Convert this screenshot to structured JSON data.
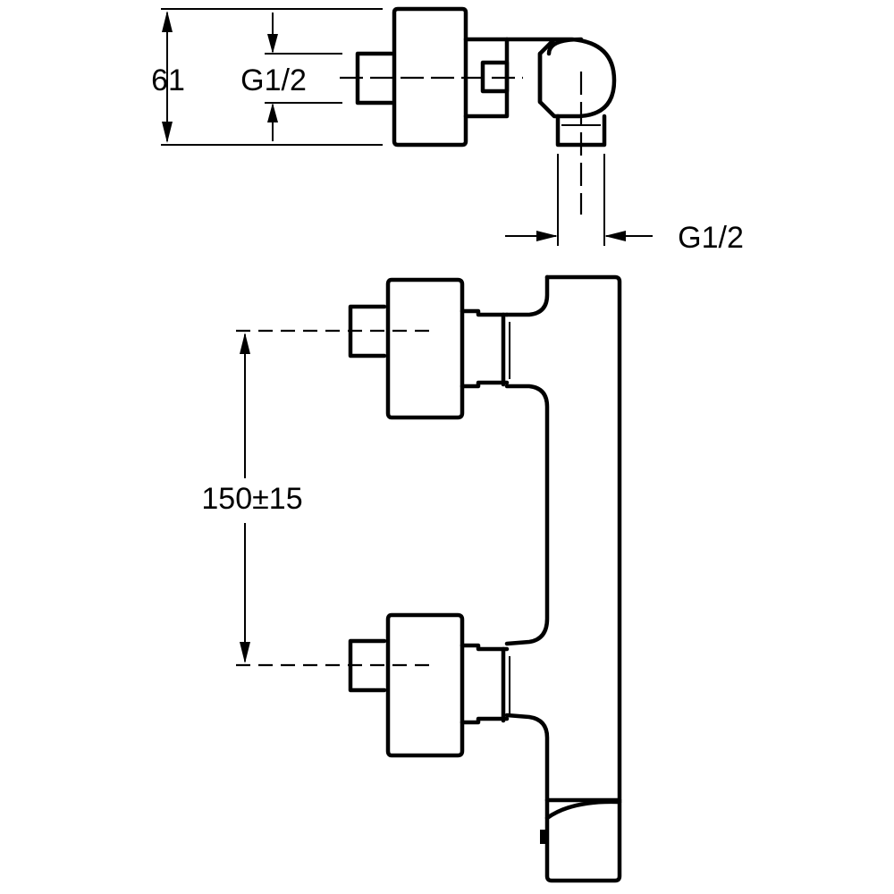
{
  "drawing": {
    "top_view": {
      "depth_dimension": "61",
      "inlet_thread": "G1/2"
    },
    "outlet_thread": "G1/2",
    "front_view": {
      "inlet_spacing": "150±15"
    }
  },
  "colors": {
    "line": "#000000",
    "background": "#ffffff"
  }
}
